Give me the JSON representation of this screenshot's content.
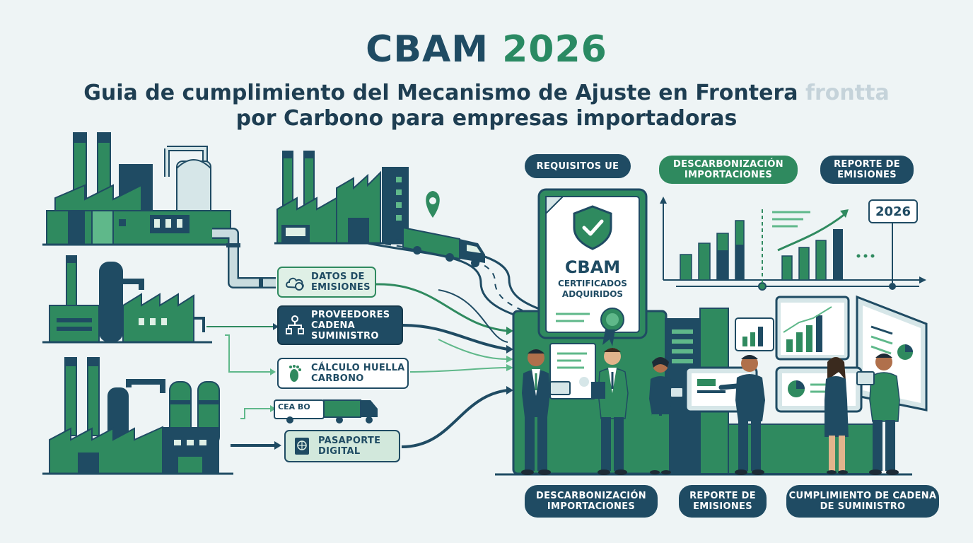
{
  "header": {
    "title_part1": "CBAM",
    "title_part2": "2026",
    "subtitle_line1": "Guia de cumplimiento del Mecanismo de Ajuste en Frontera",
    "subtitle_ghost": "frontta",
    "subtitle_line2": "por Carbono para empresas importadoras"
  },
  "left_flow": [
    {
      "label": "DATOS DE EMISIONES",
      "icon": "cloud-coins-icon"
    },
    {
      "label": "PROVEEDORES CADENA SUMINISTRO",
      "icon": "supply-chain-icon"
    },
    {
      "label": "CÁLCULO HUELLA CARBONO",
      "icon": "footprint-icon"
    },
    {
      "label": "PASAPORTE DIGITAL",
      "icon": "passport-icon"
    }
  ],
  "truck_text": "CEA BO",
  "top_tags": [
    {
      "label": "REQUISITOS UE"
    },
    {
      "label": "DESCARBONIZACIÓN IMPORTACIONES"
    },
    {
      "label": "REPORTE DE EMISIONES"
    }
  ],
  "certificate": {
    "title": "CBAM",
    "subtitle": "CERTIFICADOS ADQUIRIDOS",
    "icon": "shield-check-icon"
  },
  "timeline_marker": "2026",
  "bottom_tags": [
    {
      "label": "DESCARBONIZACIÓN IMPORTACIONES"
    },
    {
      "label": "REPORTE DE EMISIONES"
    },
    {
      "label": "CUMPLIMIENTO DE CADENA DE SUMINISTRO"
    }
  ],
  "colors": {
    "navy": "#1f4b63",
    "green": "#2f8a5f",
    "light_green": "#5fb88a",
    "background": "#eef4f5"
  }
}
